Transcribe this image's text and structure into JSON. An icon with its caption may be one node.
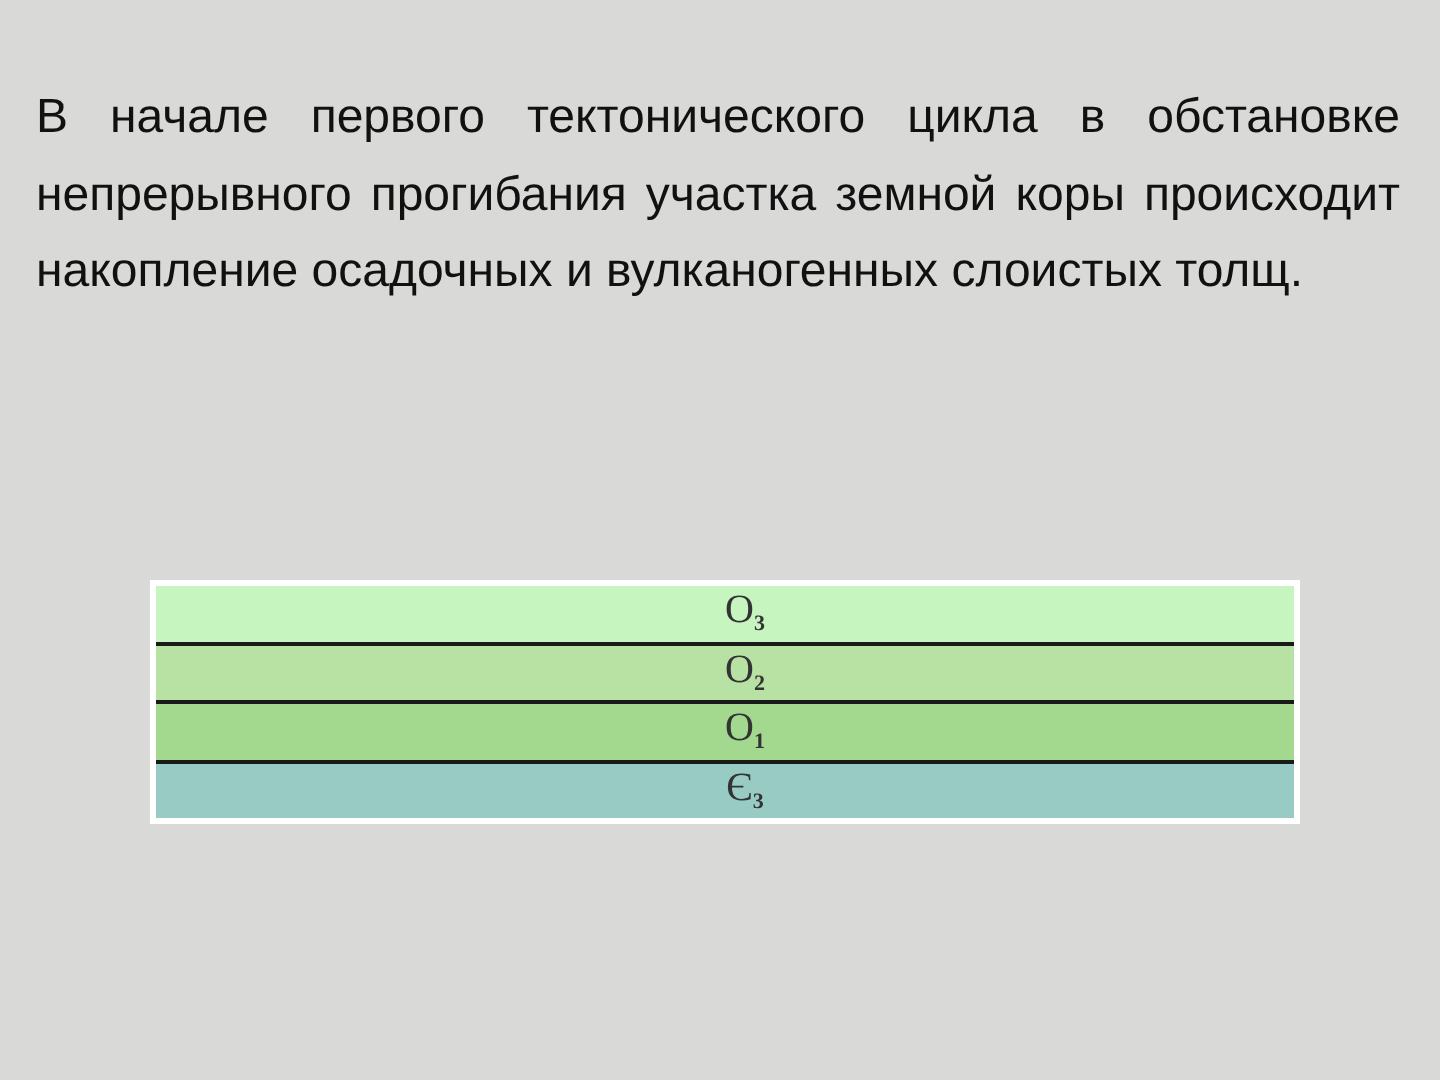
{
  "diagram": {
    "title": "В начале первого тектонического цикла в обстановке непрерывного прогибания участка земной коры происходит накопление осадочных и вулканогенных слоистых толщ.",
    "nodes": [
      {
        "text": [
          "O$_{3}$"
        ]
      },
      {
        "text": [
          "O$_{2}$"
        ]
      },
      {
        "text": [
          "O$_{1}$"
        ]
      },
      {
        "text": [
          "Є$_{3}$"
        ]
      }
    ]
  }
}
